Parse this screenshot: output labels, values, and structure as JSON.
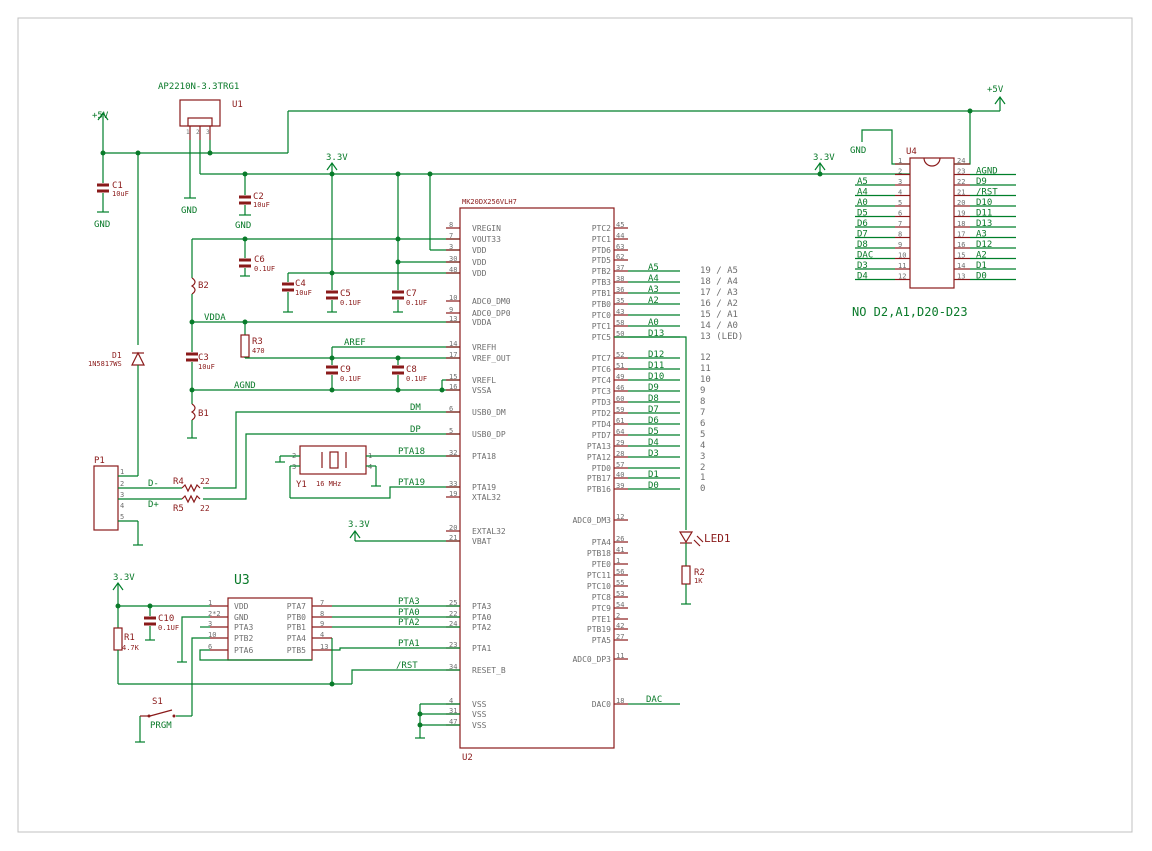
{
  "colors": {
    "wire": "#007f2a",
    "part": "#8a1a1a",
    "pin": "#6e6e6e",
    "net": "#0a7a2a",
    "frame": "#c0c0c0"
  },
  "regulator": {
    "name": "U1",
    "value": "AP2210N-3.3TRG1",
    "pins": [
      "1",
      "2",
      "3"
    ]
  },
  "power": {
    "p5v": "+5V",
    "p3v3": "3.3V",
    "gnd": "GND"
  },
  "caps": {
    "c1": {
      "name": "C1",
      "value": "10uF"
    },
    "c2": {
      "name": "C2",
      "value": "10uF"
    },
    "c3": {
      "name": "C3",
      "value": "10uF"
    },
    "c4": {
      "name": "C4",
      "value": "10uF"
    },
    "c5": {
      "name": "C5",
      "value": "0.1UF"
    },
    "c6": {
      "name": "C6",
      "value": "0.1UF"
    },
    "c7": {
      "name": "C7",
      "value": "0.1UF"
    },
    "c8": {
      "name": "C8",
      "value": "0.1UF"
    },
    "c9": {
      "name": "C9",
      "value": "0.1UF"
    },
    "c10": {
      "name": "C10",
      "value": "0.1UF"
    }
  },
  "res": {
    "r1": {
      "name": "R1",
      "value": "4.7K"
    },
    "r2": {
      "name": "R2",
      "value": "1K"
    },
    "r3": {
      "name": "R3",
      "value": "470"
    },
    "r4": {
      "name": "R4",
      "value": "22"
    },
    "r5": {
      "name": "R5",
      "value": "22"
    }
  },
  "beads": {
    "b1": "B1",
    "b2": "B2"
  },
  "diode": {
    "name": "D1",
    "value": "1N5817WS"
  },
  "led": "LED1",
  "switch": {
    "name": "S1",
    "value": "PRGM"
  },
  "crystal": {
    "name": "Y1",
    "value": "16 MHz",
    "pins": [
      "2",
      "3",
      "1",
      "4"
    ]
  },
  "connector": {
    "name": "P1",
    "pins": [
      "1",
      "2",
      "3",
      "4",
      "5"
    ]
  },
  "nets": {
    "vdda": "VDDA",
    "agnd": "AGND",
    "aref": "AREF",
    "dm": "DM",
    "dp": "DP",
    "dminus": "D-",
    "dplus": "D+",
    "pta18": "PTA18",
    "pta19": "PTA19",
    "pta3": "PTA3",
    "pta0": "PTA0",
    "pta2": "PTA2",
    "pta1": "PTA1",
    "rst": "/RST",
    "dac": "DAC",
    "d13": "D13"
  },
  "mcu": {
    "name": "MK20DX256VLH7",
    "ref": "U2",
    "left_pins": [
      {
        "num": "8",
        "name": "VREGIN"
      },
      {
        "num": "7",
        "name": "VOUT33"
      },
      {
        "num": "3",
        "name": "VDD"
      },
      {
        "num": "30",
        "name": "VDD"
      },
      {
        "num": "48",
        "name": "VDD"
      },
      {
        "num": "10",
        "name": "ADC0_DM0"
      },
      {
        "num": "9",
        "name": "ADC0_DP0"
      },
      {
        "num": "13",
        "name": "VDDA"
      },
      {
        "num": "14",
        "name": "VREFH"
      },
      {
        "num": "17",
        "name": "VREF_OUT"
      },
      {
        "num": "15",
        "name": "VREFL"
      },
      {
        "num": "16",
        "name": "VSSA"
      },
      {
        "num": "6",
        "name": "USB0_DM"
      },
      {
        "num": "5",
        "name": "USB0_DP"
      },
      {
        "num": "32",
        "name": "PTA18"
      },
      {
        "num": "33",
        "name": "PTA19"
      },
      {
        "num": "19",
        "name": "XTAL32"
      },
      {
        "num": "20",
        "name": "EXTAL32"
      },
      {
        "num": "21",
        "name": "VBAT"
      },
      {
        "num": "25",
        "name": "PTA3"
      },
      {
        "num": "22",
        "name": "PTA0"
      },
      {
        "num": "24",
        "name": "PTA2"
      },
      {
        "num": "23",
        "name": "PTA1"
      },
      {
        "num": "34",
        "name": "RESET_B"
      },
      {
        "num": "4",
        "name": "VSS"
      },
      {
        "num": "31",
        "name": "VSS"
      },
      {
        "num": "47",
        "name": "VSS"
      }
    ],
    "right_pins": [
      {
        "num": "45",
        "name": "PTC2"
      },
      {
        "num": "44",
        "name": "PTC1"
      },
      {
        "num": "63",
        "name": "PTD6"
      },
      {
        "num": "62",
        "name": "PTD5"
      },
      {
        "num": "37",
        "name": "PTB2",
        "net": "A5",
        "pin": "19 / A5"
      },
      {
        "num": "38",
        "name": "PTB3",
        "net": "A4",
        "pin": "18 / A4"
      },
      {
        "num": "36",
        "name": "PTB1",
        "net": "A3",
        "pin": "17 / A3"
      },
      {
        "num": "35",
        "name": "PTB0",
        "net": "A2",
        "pin": "16 / A2"
      },
      {
        "num": "43",
        "name": "PTC0",
        "net": "",
        "pin": "15 / A1"
      },
      {
        "num": "58",
        "name": "PTC1",
        "net": "A0",
        "pin": "14 / A0"
      },
      {
        "num": "50",
        "name": "PTC5",
        "net": "D13",
        "pin": "13 (LED)"
      },
      {
        "num": "52",
        "name": "PTC7",
        "net": "D12",
        "pin": "12"
      },
      {
        "num": "51",
        "name": "PTC6",
        "net": "D11",
        "pin": "11"
      },
      {
        "num": "49",
        "name": "PTC4",
        "net": "D10",
        "pin": "10"
      },
      {
        "num": "46",
        "name": "PTC3",
        "net": "D9",
        "pin": "9"
      },
      {
        "num": "60",
        "name": "PTD3",
        "net": "D8",
        "pin": "8"
      },
      {
        "num": "59",
        "name": "PTD2",
        "net": "D7",
        "pin": "7"
      },
      {
        "num": "61",
        "name": "PTD4",
        "net": "D6",
        "pin": "6"
      },
      {
        "num": "64",
        "name": "PTD7",
        "net": "D5",
        "pin": "5"
      },
      {
        "num": "29",
        "name": "PTA13",
        "net": "D4",
        "pin": "4"
      },
      {
        "num": "28",
        "name": "PTA12",
        "net": "D3",
        "pin": "3"
      },
      {
        "num": "57",
        "name": "PTD0",
        "net": "",
        "pin": "2"
      },
      {
        "num": "40",
        "name": "PTB17",
        "net": "D1",
        "pin": "1"
      },
      {
        "num": "39",
        "name": "PTB16",
        "net": "D0",
        "pin": "0"
      },
      {
        "num": "12",
        "name": "ADC0_DM3"
      },
      {
        "num": "26",
        "name": "PTA4"
      },
      {
        "num": "41",
        "name": "PTB18"
      },
      {
        "num": "1",
        "name": "PTE0"
      },
      {
        "num": "56",
        "name": "PTC11"
      },
      {
        "num": "55",
        "name": "PTC10"
      },
      {
        "num": "53",
        "name": "PTC8"
      },
      {
        "num": "54",
        "name": "PTC9"
      },
      {
        "num": "2",
        "name": "PTE1"
      },
      {
        "num": "42",
        "name": "PTB19"
      },
      {
        "num": "27",
        "name": "PTA5"
      },
      {
        "num": "11",
        "name": "ADC0_DP3"
      },
      {
        "num": "18",
        "name": "DAC0",
        "net": "DAC"
      }
    ]
  },
  "u3": {
    "name": "U3",
    "left_pins": [
      {
        "num": "1",
        "name": "VDD"
      },
      {
        "num": "2*2",
        "name": "GND"
      },
      {
        "num": "3",
        "name": "PTA3"
      },
      {
        "num": "10",
        "name": "PTB2"
      },
      {
        "num": "6",
        "name": "PTA6"
      }
    ],
    "right_pins": [
      {
        "num": "7",
        "name": "PTA7"
      },
      {
        "num": "8",
        "name": "PTB0"
      },
      {
        "num": "9",
        "name": "PTB1"
      },
      {
        "num": "4",
        "name": "PTA4"
      },
      {
        "num": "13",
        "name": "PTB5"
      }
    ]
  },
  "u4": {
    "name": "U4",
    "left": [
      {
        "num": "1",
        "net": ""
      },
      {
        "num": "2",
        "net": ""
      },
      {
        "num": "3",
        "net": "A5"
      },
      {
        "num": "4",
        "net": "A4"
      },
      {
        "num": "5",
        "net": "A0"
      },
      {
        "num": "6",
        "net": "D5"
      },
      {
        "num": "7",
        "net": "D6"
      },
      {
        "num": "8",
        "net": "D7"
      },
      {
        "num": "9",
        "net": "D8"
      },
      {
        "num": "10",
        "net": "DAC"
      },
      {
        "num": "11",
        "net": "D3"
      },
      {
        "num": "12",
        "net": "D4"
      }
    ],
    "right": [
      {
        "num": "24",
        "net": ""
      },
      {
        "num": "23",
        "net": "AGND"
      },
      {
        "num": "22",
        "net": "D9"
      },
      {
        "num": "21",
        "net": "/RST"
      },
      {
        "num": "20",
        "net": "D10"
      },
      {
        "num": "19",
        "net": "D11"
      },
      {
        "num": "18",
        "net": "D13"
      },
      {
        "num": "17",
        "net": "A3"
      },
      {
        "num": "16",
        "net": "D12"
      },
      {
        "num": "15",
        "net": "A2"
      },
      {
        "num": "14",
        "net": "D1"
      },
      {
        "num": "13",
        "net": "D0"
      }
    ]
  },
  "note": "NO D2,A1,D20-D23"
}
